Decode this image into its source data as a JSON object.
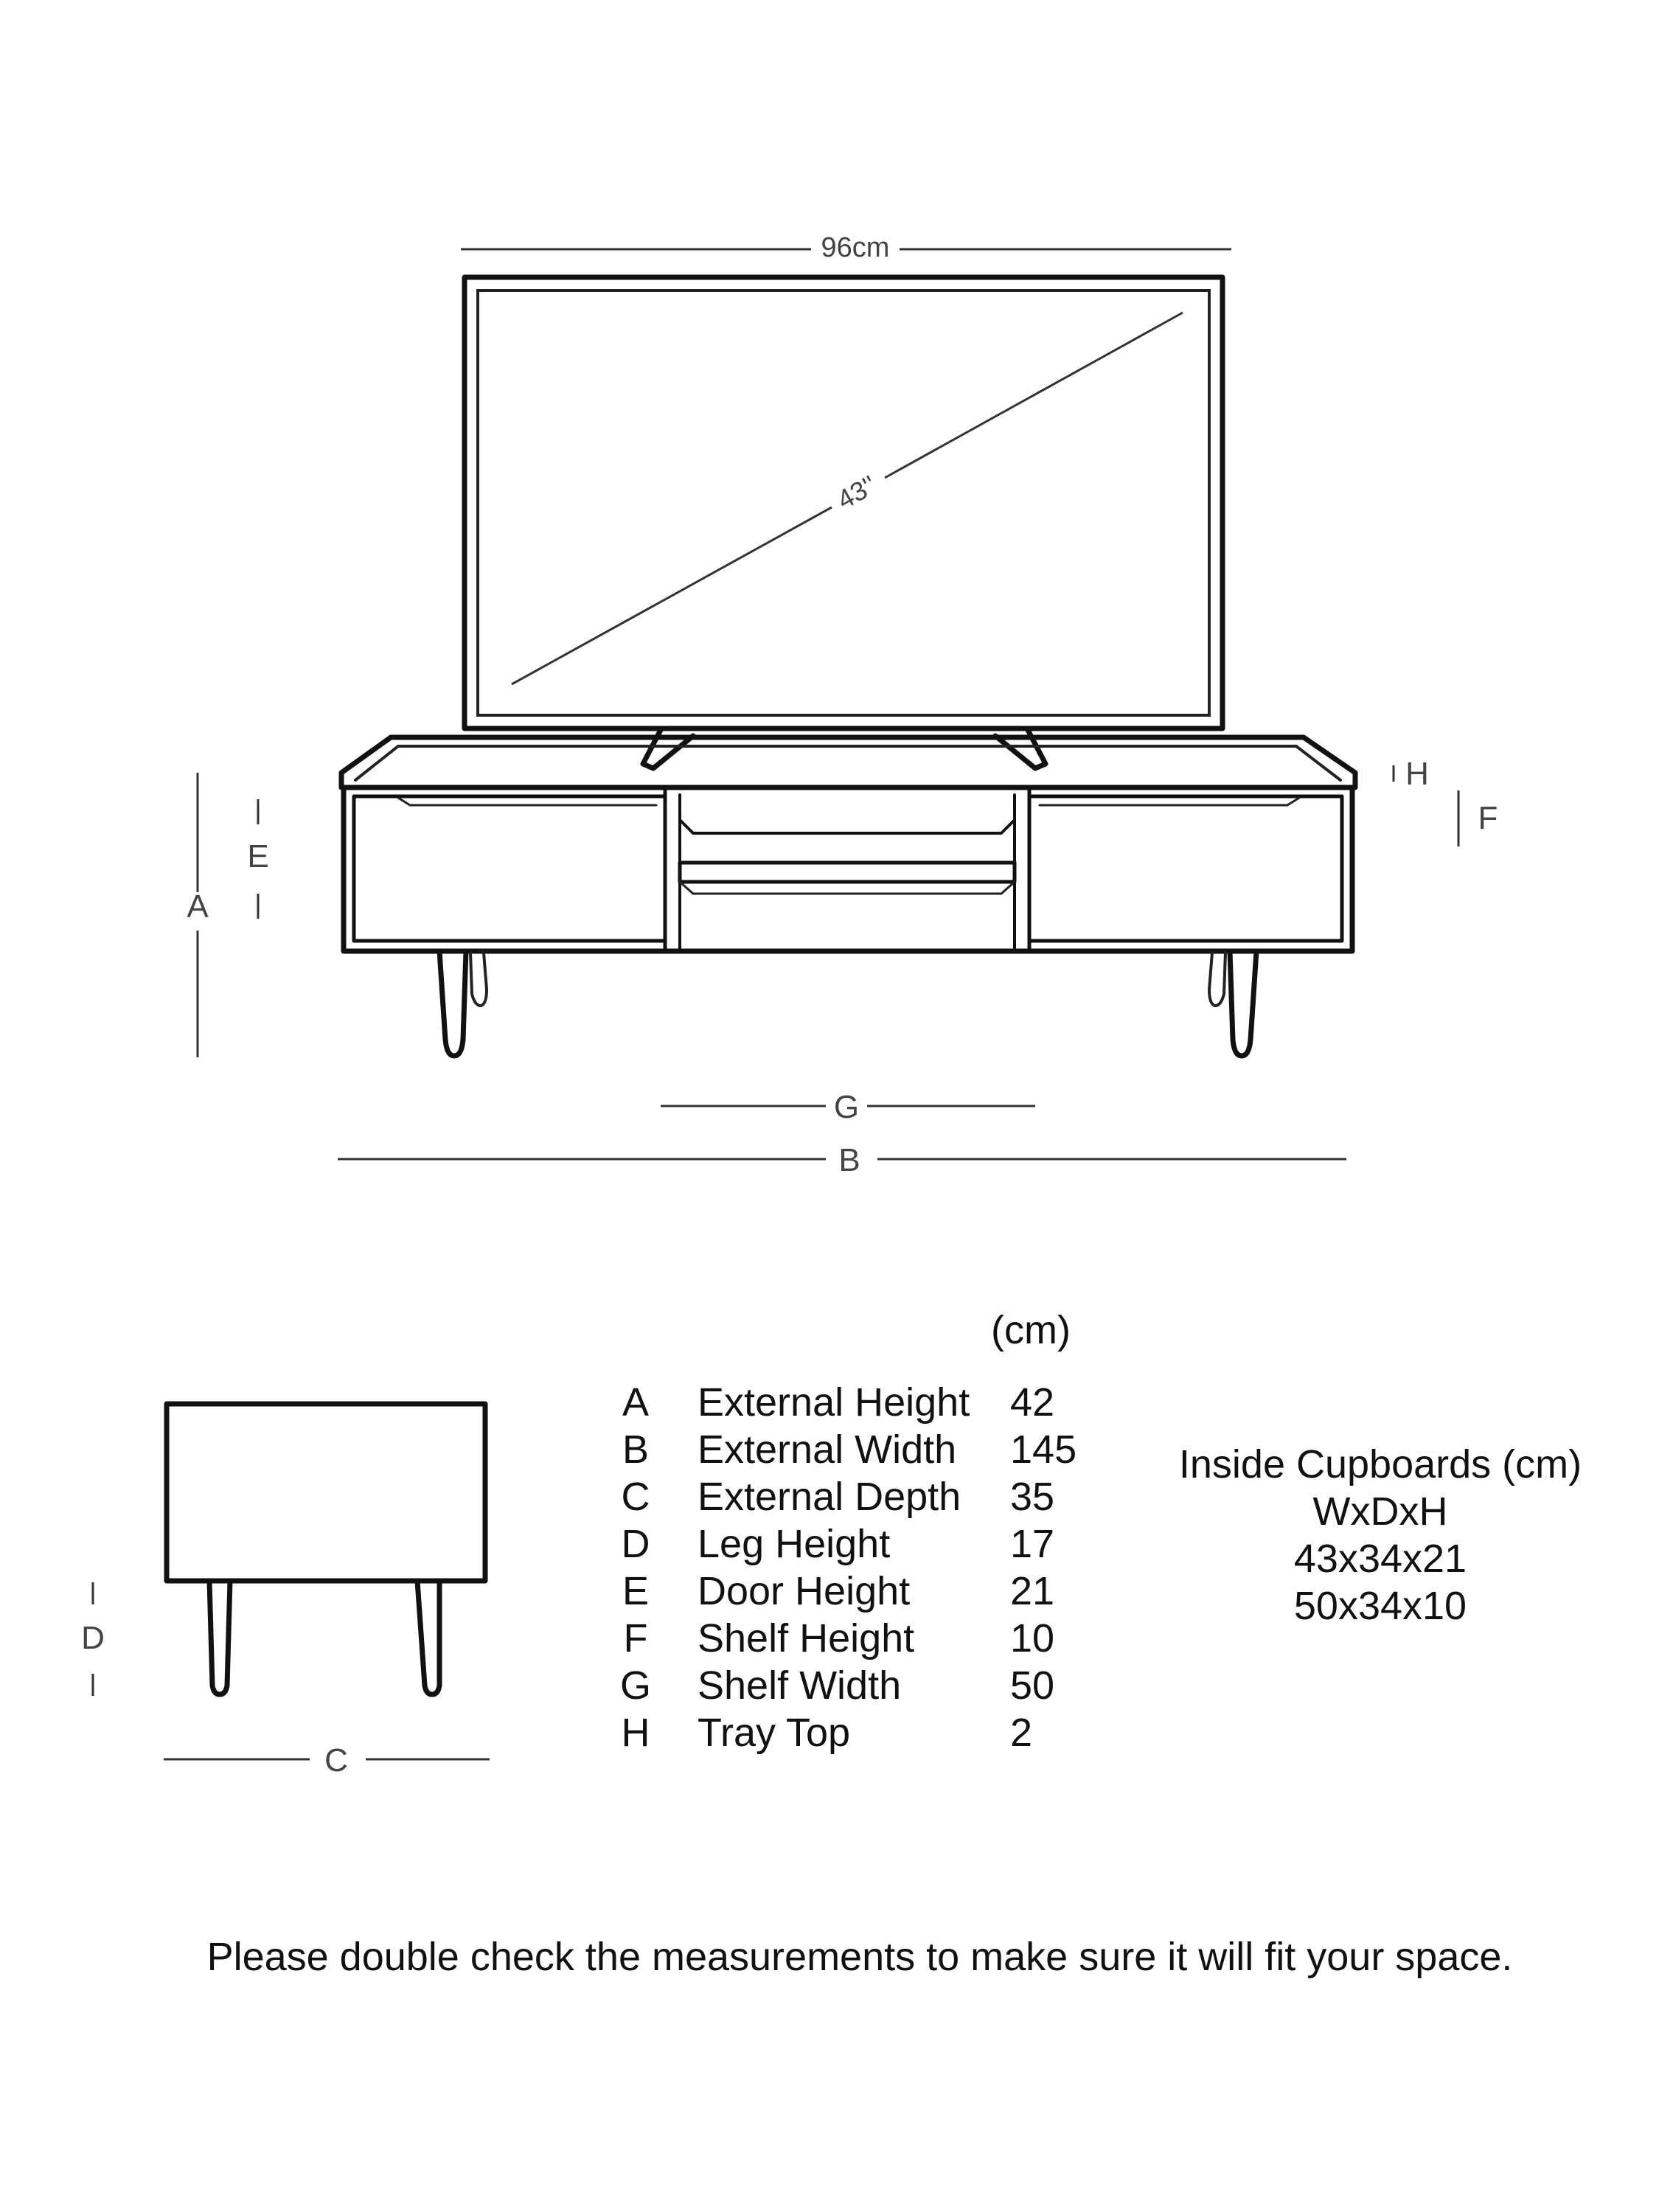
{
  "tv": {
    "width_label": "96cm",
    "diagonal_label": "43''"
  },
  "dimension_labels": {
    "A": "A",
    "B": "B",
    "C": "C",
    "D": "D",
    "E": "E",
    "F": "F",
    "G": "G",
    "H": "H"
  },
  "measurements": {
    "unit_header": "(cm)",
    "rows": [
      {
        "letter": "A",
        "name": "External Height",
        "value": "42"
      },
      {
        "letter": "B",
        "name": "External Width",
        "value": "145"
      },
      {
        "letter": "C",
        "name": "External Depth",
        "value": "35"
      },
      {
        "letter": "D",
        "name": "Leg Height",
        "value": "17"
      },
      {
        "letter": "E",
        "name": "Door Height",
        "value": "21"
      },
      {
        "letter": "F",
        "name": "Shelf Height",
        "value": "10"
      },
      {
        "letter": "G",
        "name": "Shelf Width",
        "value": "50"
      },
      {
        "letter": "H",
        "name": "Tray Top",
        "value": "2"
      }
    ]
  },
  "inside_cupboards": {
    "title": "Inside Cupboards (cm)",
    "format": "WxDxH",
    "sizes": [
      "43x34x21",
      "50x34x10"
    ]
  },
  "note": "Please double check the measurements to make sure it will fit your space."
}
